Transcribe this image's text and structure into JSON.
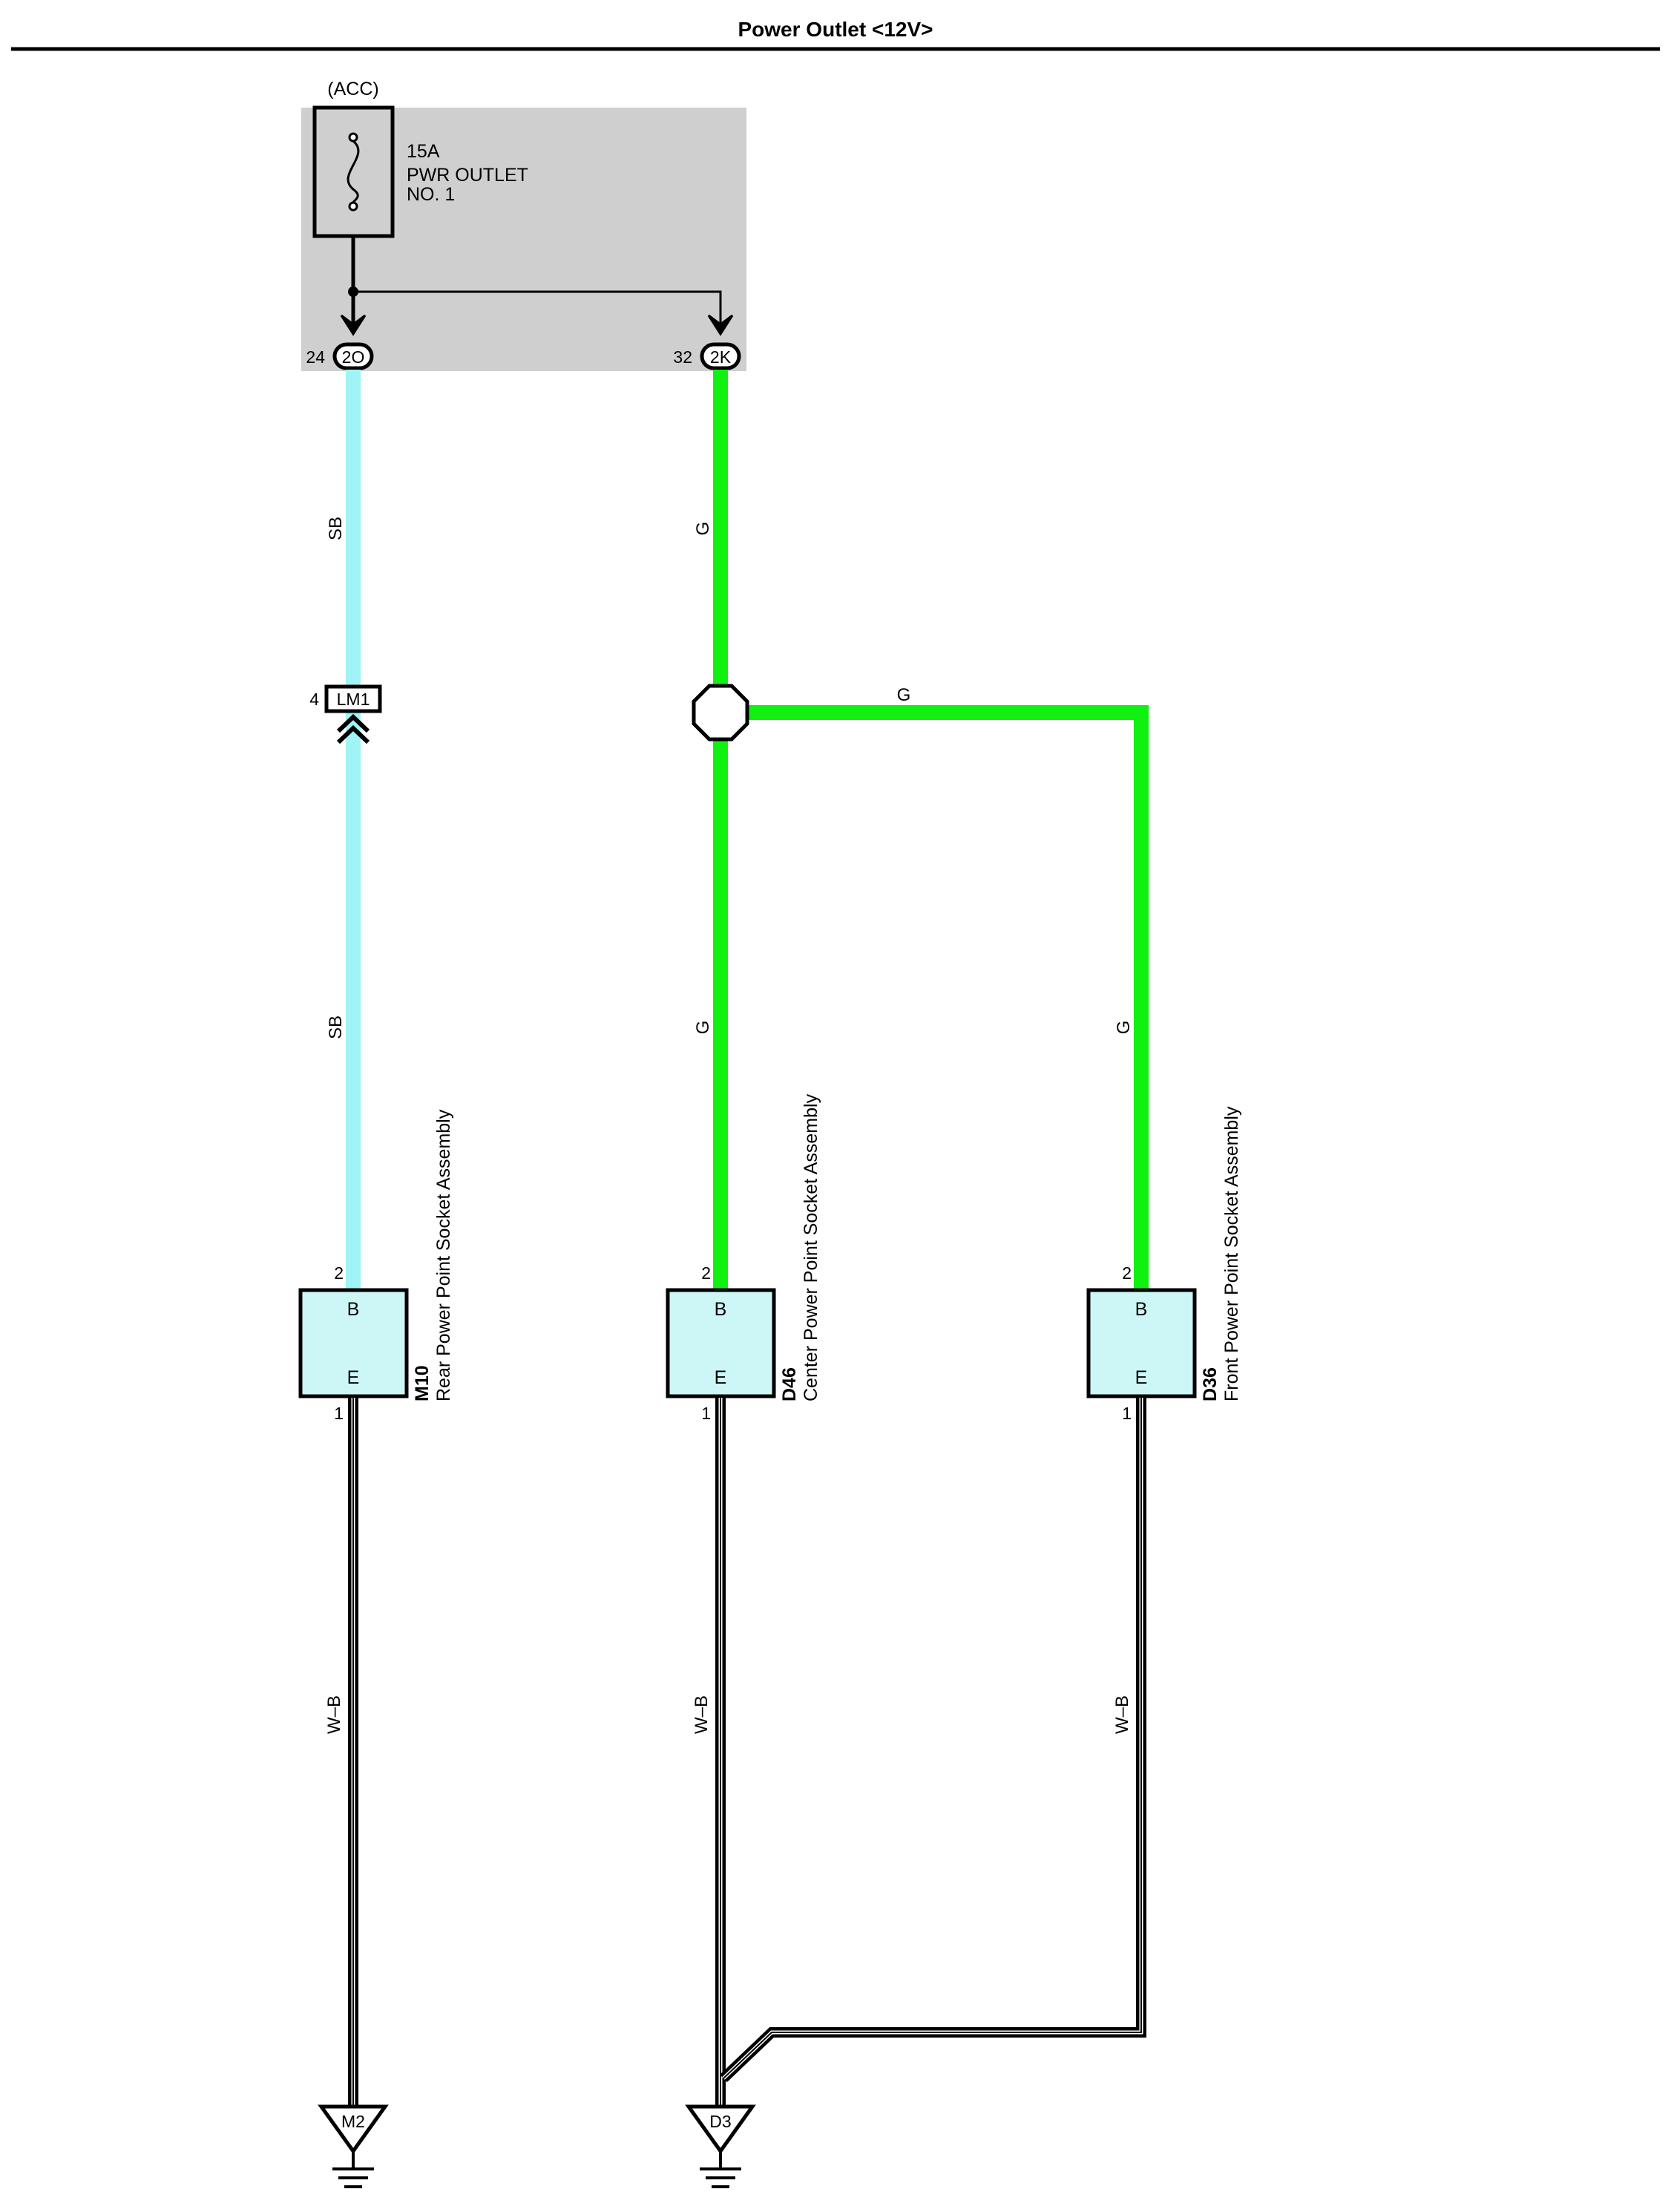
{
  "title": "Power Outlet <12V>",
  "fuse": {
    "power_source": "(ACC)",
    "rating": "15A",
    "name_line1": "PWR OUTLET",
    "name_line2": "NO. 1"
  },
  "junction_connectors": [
    {
      "pin": "24",
      "code": "2O"
    },
    {
      "pin": "32",
      "code": "2K"
    }
  ],
  "inline_connector": {
    "pin": "4",
    "code": "LM1"
  },
  "wires": {
    "sb_upper": "SB",
    "sb_lower": "SB",
    "g_upper": "G",
    "g_branch": "G",
    "g_center": "G",
    "g_front": "G",
    "wb_rear": "W–B",
    "wb_center": "W–B",
    "wb_front": "W–B"
  },
  "components": [
    {
      "code": "M10",
      "name": "Rear Power Point Socket Assembly",
      "terminal_top": "B",
      "terminal_bottom": "E",
      "pin_top": "2",
      "pin_bottom": "1"
    },
    {
      "code": "D46",
      "name": "Center Power Point Socket Assembly",
      "terminal_top": "B",
      "terminal_bottom": "E",
      "pin_top": "2",
      "pin_bottom": "1"
    },
    {
      "code": "D36",
      "name": "Front Power Point Socket Assembly",
      "terminal_top": "B",
      "terminal_bottom": "E",
      "pin_top": "2",
      "pin_bottom": "1"
    }
  ],
  "grounds": [
    {
      "code": "M2"
    },
    {
      "code": "D3"
    }
  ],
  "colors": {
    "sb_wire": "#a0f4f6",
    "g_wire": "#11f111",
    "relay_block": "#cfcfcf",
    "component_fill": "#cdf7f7"
  }
}
